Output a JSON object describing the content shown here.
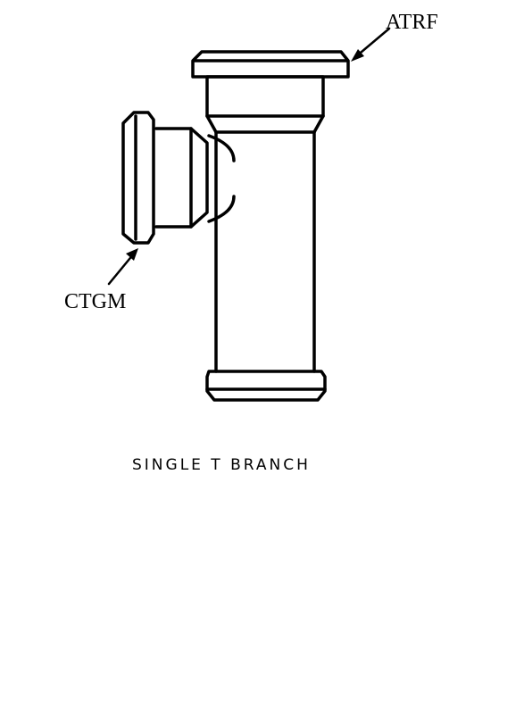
{
  "diagram": {
    "labels": {
      "top_right": "ATRF",
      "left": "CTGM"
    },
    "caption": "SINGLE T BRANCH"
  },
  "colors": {
    "ink": "#000000",
    "paper": "#ffffff"
  },
  "icons": {
    "arrow": "arrow-icon"
  }
}
